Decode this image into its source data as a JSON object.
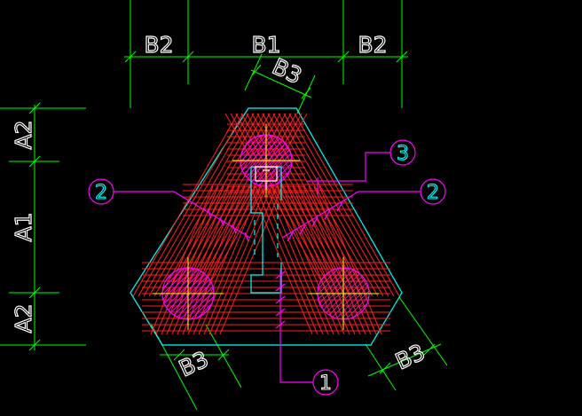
{
  "dimensions": {
    "top": [
      "B2",
      "B1",
      "B2"
    ],
    "left": [
      "A2",
      "A1",
      "A2"
    ],
    "edge_top": "B3",
    "edge_left": "B3",
    "edge_right": "B3"
  },
  "callouts": {
    "bottom": "1",
    "left": "2",
    "right": "2",
    "top_right": "3"
  },
  "colors": {
    "background": "#000000",
    "dimension": "#00ff00",
    "outline": "#00ffff",
    "rebar": "#ff2020",
    "leader": "#ff00ff",
    "centerline": "#ffff00",
    "text": "#ffffff"
  }
}
